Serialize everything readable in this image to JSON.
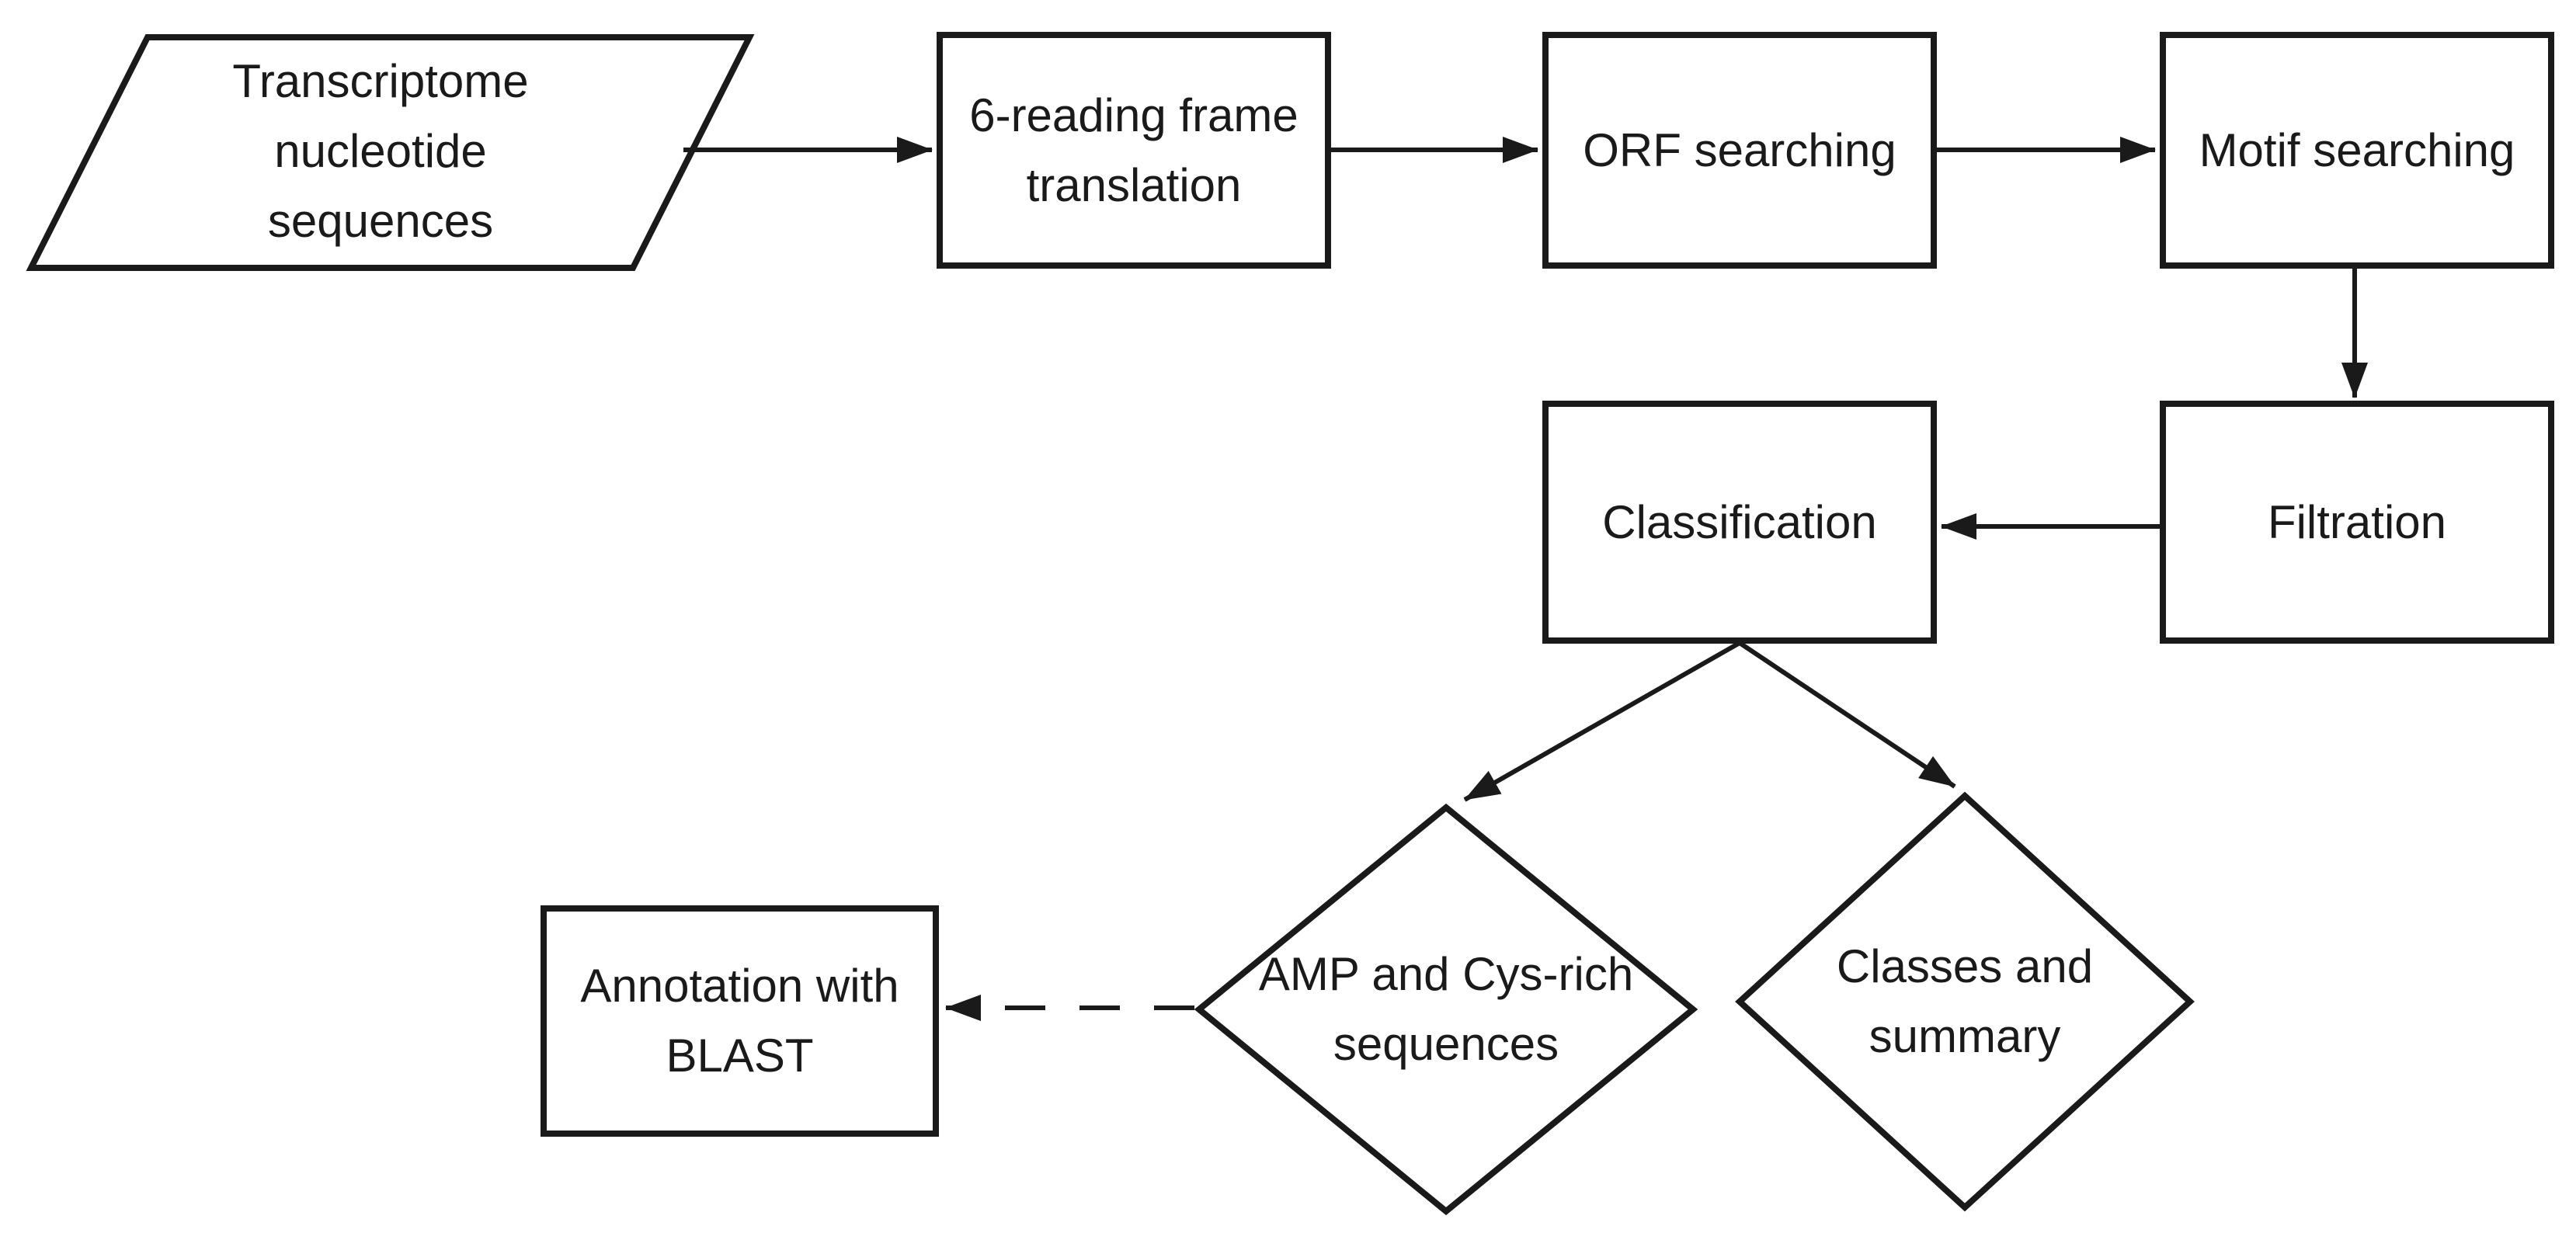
{
  "theme": {
    "ink": "#1a1a1a",
    "background": "#ffffff"
  },
  "diagram_title": "AMP discovery pipeline flowchart",
  "nodes": {
    "input": {
      "shape": "parallelogram",
      "label": "Transcriptome\nnucleotide\nsequences"
    },
    "translation": {
      "shape": "rect",
      "label": "6-reading frame\ntranslation"
    },
    "orf": {
      "shape": "rect",
      "label": "ORF searching"
    },
    "motif": {
      "shape": "rect",
      "label": "Motif searching"
    },
    "filtration": {
      "shape": "rect",
      "label": "Filtration"
    },
    "classification": {
      "shape": "rect",
      "label": "Classification"
    },
    "amp": {
      "shape": "diamond",
      "label": "AMP and Cys-rich\nsequences"
    },
    "classes": {
      "shape": "diamond",
      "label": "Classes and\nsummary"
    },
    "annotation": {
      "shape": "rect",
      "label": "Annotation with\nBLAST"
    }
  },
  "edges": [
    {
      "from": "input",
      "to": "translation",
      "style": "solid"
    },
    {
      "from": "translation",
      "to": "orf",
      "style": "solid"
    },
    {
      "from": "orf",
      "to": "motif",
      "style": "solid"
    },
    {
      "from": "motif",
      "to": "filtration",
      "style": "solid"
    },
    {
      "from": "filtration",
      "to": "classification",
      "style": "solid"
    },
    {
      "from": "classification",
      "to": "amp",
      "style": "solid"
    },
    {
      "from": "classification",
      "to": "classes",
      "style": "solid"
    },
    {
      "from": "amp",
      "to": "annotation",
      "style": "dashed"
    }
  ]
}
